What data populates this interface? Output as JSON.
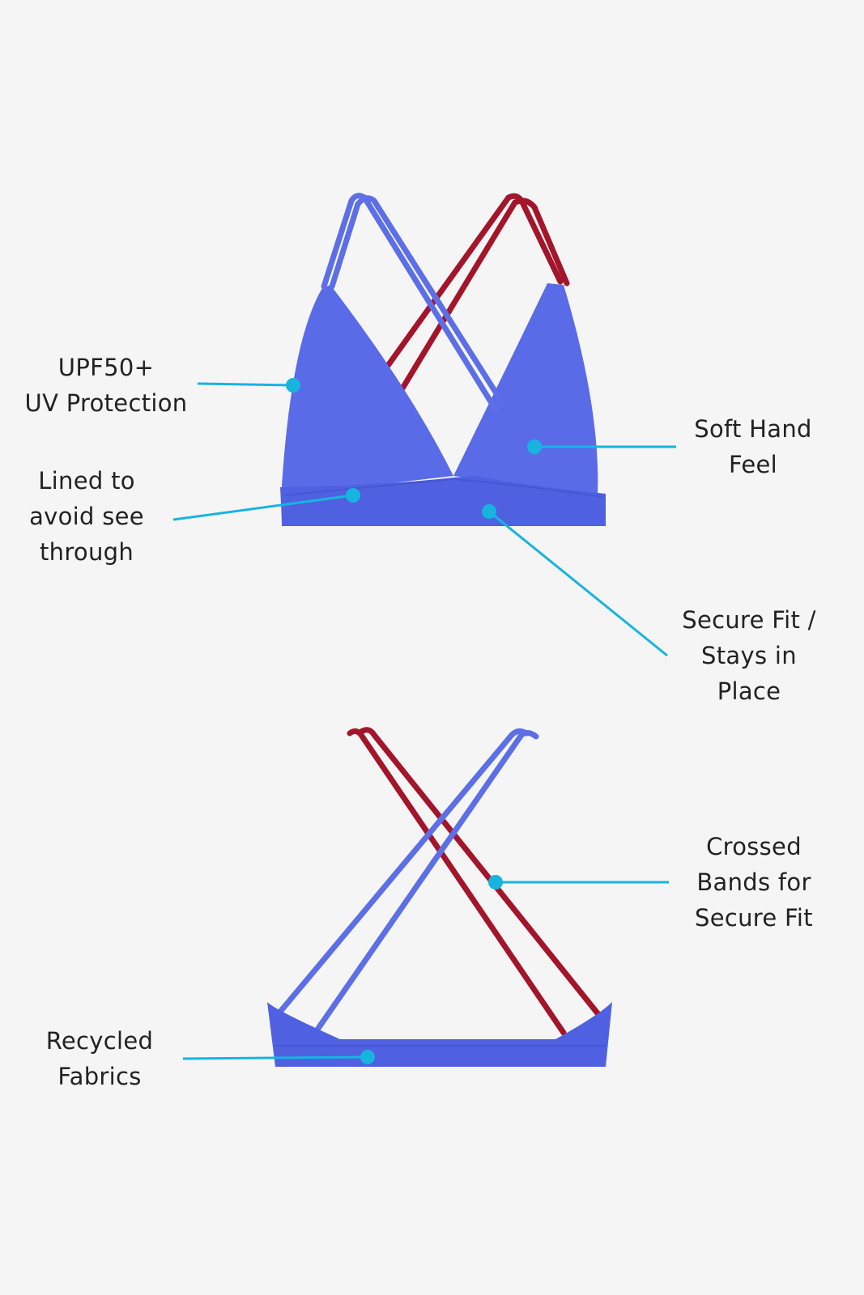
{
  "colors": {
    "background": "#f5f5f5",
    "fabric": "#5a6be8",
    "fabric_shade": "#4c5cdc",
    "strap_blue": "#5d6fe6",
    "strap_red": "#a3152b",
    "leader_line": "#17b4e0",
    "text": "#222222"
  },
  "callouts": {
    "upf": {
      "line1": "UPF50+",
      "line2": "UV Protection"
    },
    "lined": {
      "line1": "Lined to",
      "line2": "avoid see",
      "line3": "through"
    },
    "soft": {
      "line1": "Soft Hand",
      "line2": "Feel"
    },
    "secure": {
      "line1": "Secure Fit /",
      "line2": "Stays in",
      "line3": "Place"
    },
    "crossed": {
      "line1": "Crossed",
      "line2": "Bands for",
      "line3": "Secure Fit"
    },
    "recycled": {
      "line1": "Recycled",
      "line2": "Fabrics"
    }
  }
}
